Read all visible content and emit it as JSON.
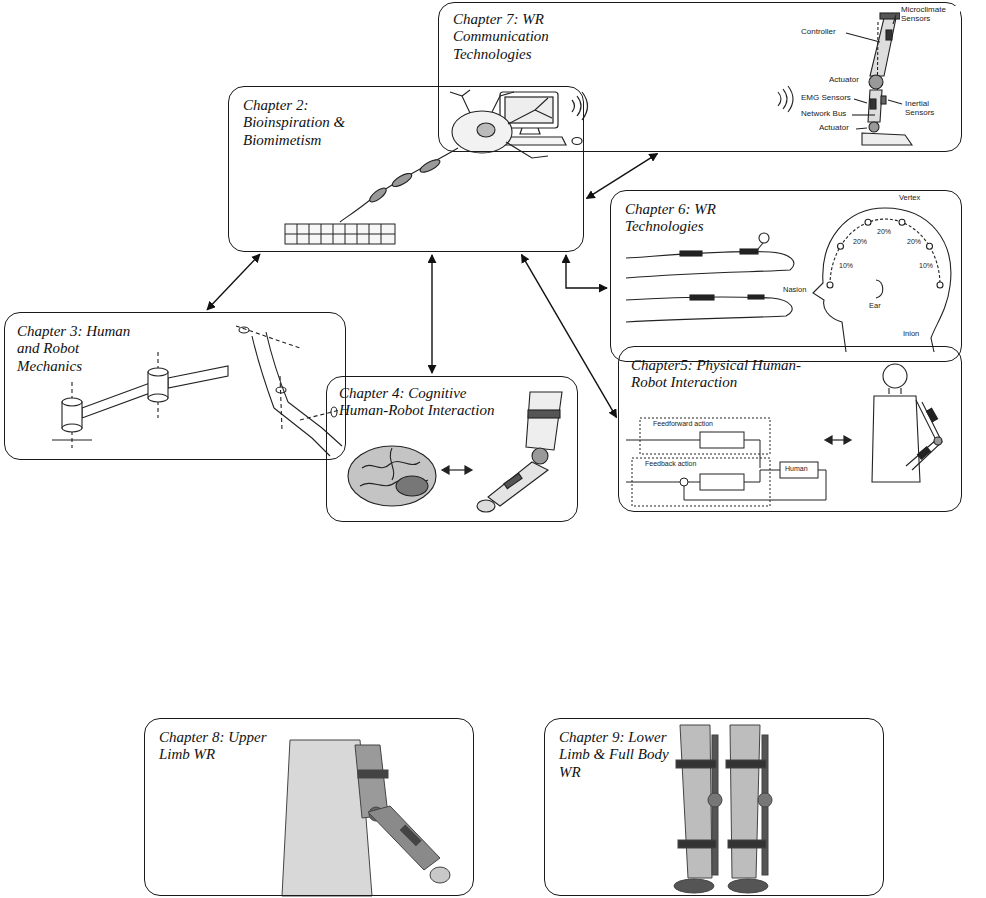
{
  "diagram": {
    "nodes": [
      {
        "text": [
          "Chapter 7: WR Communication Technologies"
        ]
      },
      {
        "text": [
          "Chapter 2: Bioinspiration & Biomimetism"
        ]
      },
      {
        "text": [
          "Chapter 6: WR Technologies"
        ]
      },
      {
        "text": [
          "Chapter 3: Human and Robot Mechanics"
        ]
      },
      {
        "text": [
          "Chapter 4: Cognitive Human-Robot Interaction"
        ]
      },
      {
        "text": [
          "Chapter5: Physical Human-Robot Interaction"
        ]
      },
      {
        "text": [
          "Chapter 8: Upper Limb WR"
        ]
      },
      {
        "text": [
          "Chapter 9: Lower Limb & Full Body WR"
        ]
      }
    ],
    "edges": [
      {
        "from": 1,
        "to": 0,
        "arrow": "both"
      },
      {
        "from": 1,
        "to": 2,
        "arrow": "both"
      },
      {
        "from": 1,
        "to": 3,
        "arrow": "both"
      },
      {
        "from": 1,
        "to": 4,
        "arrow": "both"
      },
      {
        "from": 1,
        "to": 5,
        "arrow": "both"
      }
    ],
    "labels": [
      "Microclimate Sensors",
      "Controller",
      "Actuator",
      "EMG Sensors",
      "Network Bus",
      "Inertial Sensors",
      "Actuator",
      "Vertex",
      "Nasion",
      "Inion",
      "Ear",
      "20%",
      "20%",
      "20%",
      "10%",
      "10%",
      "Feedforward action",
      "Feedback action",
      "Human"
    ]
  }
}
